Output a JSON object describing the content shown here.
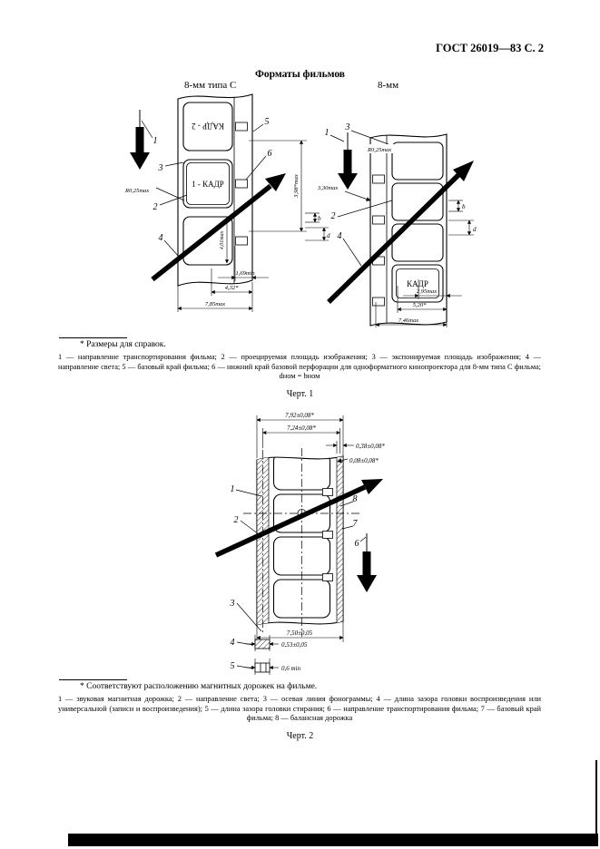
{
  "header": {
    "doc_ref": "ГОСТ 26019—83 С. 2"
  },
  "title": "Форматы фильмов",
  "fig1": {
    "left_type_label": "8-мм типа С",
    "right_type_label": "8-мм",
    "footnote": "* Размеры для справок.",
    "caption": "1 — направление транспортирования фильма; 2 — проецируемая площадь изображения; 3 — экспонируемая площадь изображения; 4 — направление света; 5 — базовый край фильма; 6 — нижний край базовой перфорации для одноформатного кинопроектора для 8-мм типа С фильма; dном = bном",
    "fig_label": "Черт. 1",
    "left": {
      "frame2_label": "КАДР - 2",
      "frame1_label": "1 - КАДР",
      "radius_label": "R0,25max",
      "height_dim": "3,98*max",
      "frame_height_dim": "4,01max",
      "edge_dim": "1,69min",
      "pitch_dim": "4,32*",
      "width_dim": "7,85max",
      "dim_b": "b",
      "dim_d": "d",
      "callout_transport": "1",
      "callout_exposed": "3",
      "callout_projected": "2",
      "callout_light": "4",
      "callout_base_edge": "5",
      "callout_perf_edge": "6"
    },
    "right": {
      "frame_label": "КАДР",
      "radius_label": "R0,25max",
      "offset_dim": "3,30max",
      "edge_dim": "2,95max",
      "pitch_dim": "5,20*",
      "width_dim": "7,46max",
      "dim_b": "b",
      "dim_d": "d",
      "callout_transport": "1",
      "callout_exposed": "3",
      "callout_projected": "2",
      "callout_light": "4"
    }
  },
  "fig2": {
    "width_outer_dim": "7,92±0,08*",
    "width_inner_dim": "7,24±0,08*",
    "track_width_dim": "0,38±0,08*",
    "edge_gap_dim": "0,08±0,08*",
    "width_bottom_dim": "7,50±0,05",
    "play_gap_dim": "0,53±0,05",
    "erase_gap_dim": "0,6 min",
    "callout_track": "1",
    "callout_light": "2",
    "callout_axis": "3",
    "callout_play_gap": "4",
    "callout_erase_gap": "5",
    "callout_transport": "6",
    "callout_base_edge": "7",
    "callout_balance": "8",
    "footnote": "* Соответствуют расположению магнитных дорожек на фильме.",
    "caption": "1 — звуковая магнитная дорожка; 2 — направление света; 3 — осевая линия фонограммы; 4 — длина зазора головки воспроизведения или универсальной (записи и воспроизведения); 5 — длина зазора головки стирания; 6 — направление транспортирования фильма; 7 — базовый край фильма; 8 — балансная дорожка",
    "fig_label": "Черт. 2"
  }
}
